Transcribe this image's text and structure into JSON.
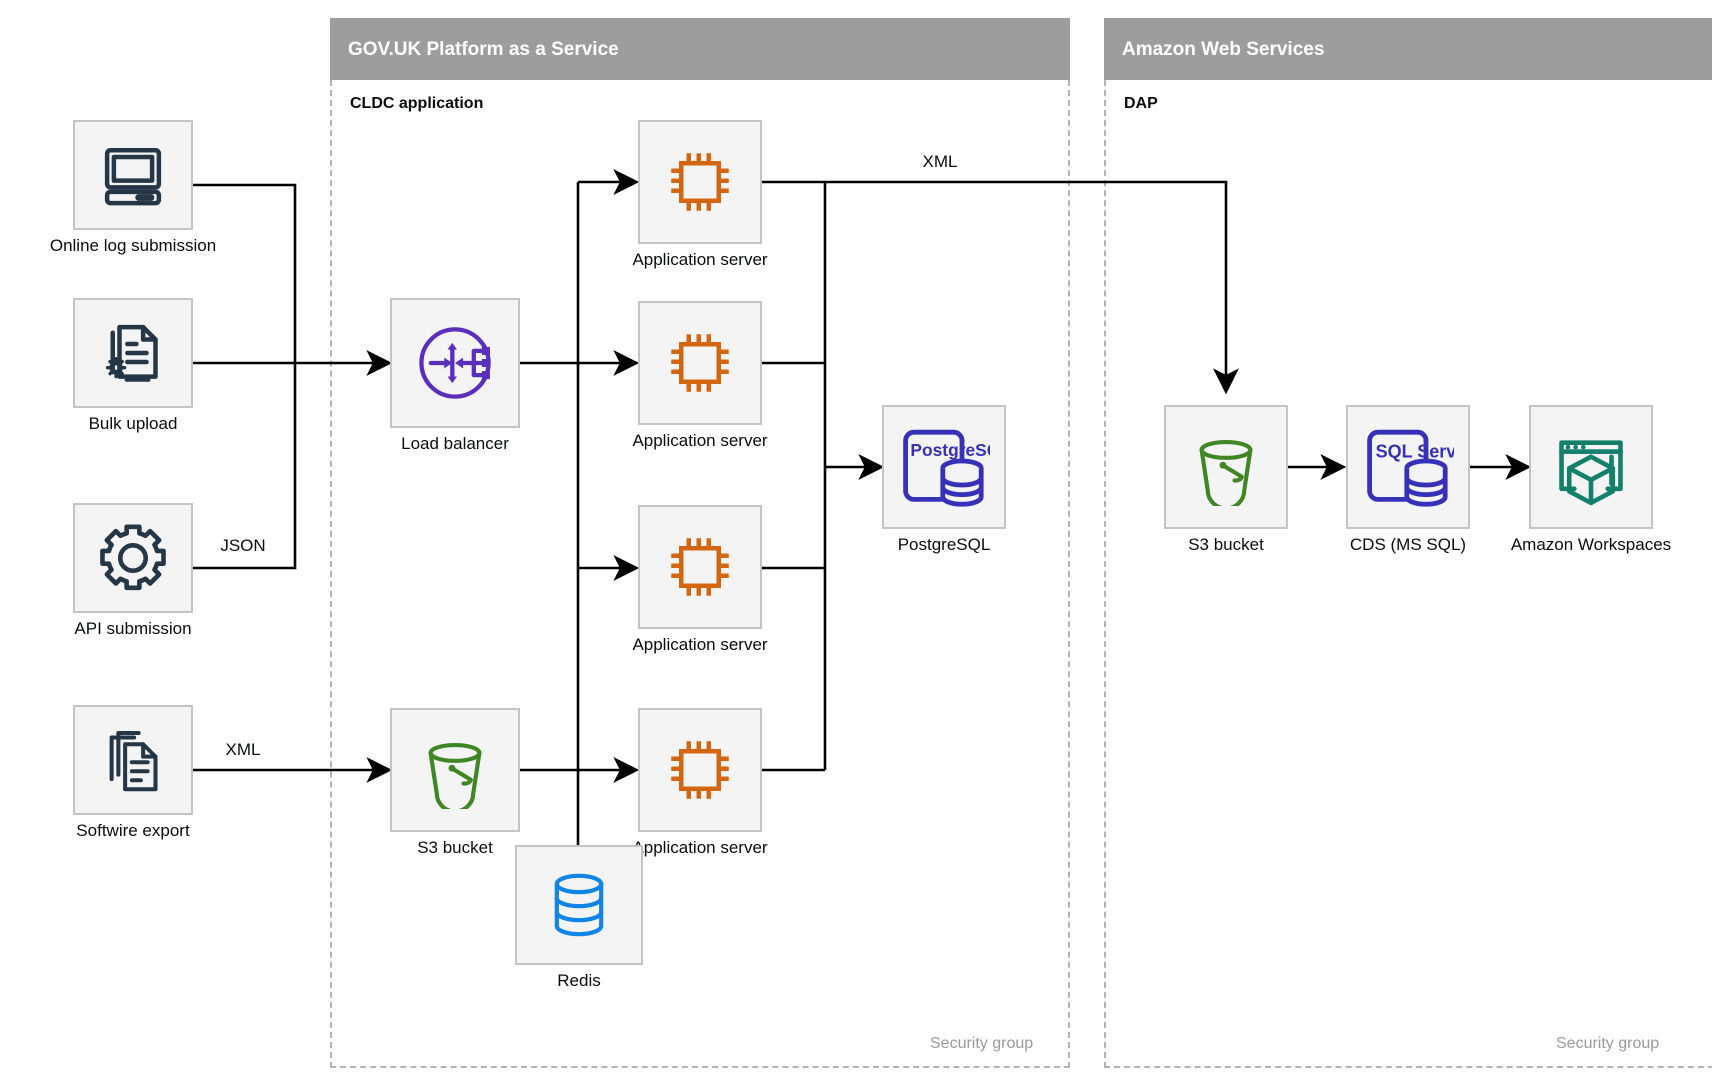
{
  "groups": [
    {
      "id": "paas",
      "title": "GOV.UK Platform as a Service",
      "sublabel": "CLDC application",
      "security_label": "Security group"
    },
    {
      "id": "aws",
      "title": "Amazon Web Services",
      "sublabel": "DAP",
      "security_label": "Security group"
    }
  ],
  "nodes": {
    "online_log": {
      "label": "Online log submission",
      "icon": "desktop-computer-icon",
      "color": "#253746"
    },
    "bulk_upload": {
      "label": "Bulk upload",
      "icon": "document-gear-icon",
      "color": "#253746"
    },
    "api_submission": {
      "label": "API submission",
      "icon": "gear-icon",
      "color": "#253746"
    },
    "softwire_export": {
      "label": "Softwire export",
      "icon": "stacked-documents-icon",
      "color": "#253746"
    },
    "load_balancer": {
      "label": "Load balancer",
      "icon": "load-balancer-icon",
      "color": "#5B2EBE"
    },
    "app_server_1": {
      "label": "Application server",
      "icon": "cpu-chip-icon",
      "color": "#D4660F"
    },
    "app_server_2": {
      "label": "Application server",
      "icon": "cpu-chip-icon",
      "color": "#D4660F"
    },
    "app_server_3": {
      "label": "Application server",
      "icon": "cpu-chip-icon",
      "color": "#D4660F"
    },
    "app_server_4": {
      "label": "Application server",
      "icon": "cpu-chip-icon",
      "color": "#D4660F"
    },
    "s3_paas": {
      "label": "S3 bucket",
      "icon": "s3-bucket-icon",
      "color": "#3F8624"
    },
    "redis": {
      "label": "Redis",
      "icon": "database-cylinder-icon",
      "color": "#1184E8"
    },
    "postgresql": {
      "label": "PostgreSQL",
      "icon": "postgresql-icon",
      "color": "#3730B8",
      "badge": "PostgreSQL"
    },
    "s3_aws": {
      "label": "S3 bucket",
      "icon": "s3-bucket-icon",
      "color": "#3F8624"
    },
    "cds": {
      "label": "CDS (MS SQL)",
      "icon": "sql-server-icon",
      "color": "#3730B8",
      "badge": "SQL Server"
    },
    "workspaces": {
      "label": "Amazon Workspaces",
      "icon": "amazon-workspaces-icon",
      "color": "#13806B"
    }
  },
  "edge_labels": {
    "json": "JSON",
    "xml_softwire": "XML",
    "xml_to_s3": "XML"
  },
  "colors": {
    "group_header_bg": "#9d9d9d",
    "group_dashed_border": "#b3b3b3",
    "tile_bg": "#f4f4f4",
    "tile_border": "#c4c4c4",
    "wire": "#000000",
    "text": "#0b0c0c",
    "muted_text": "#9a9a9a"
  }
}
